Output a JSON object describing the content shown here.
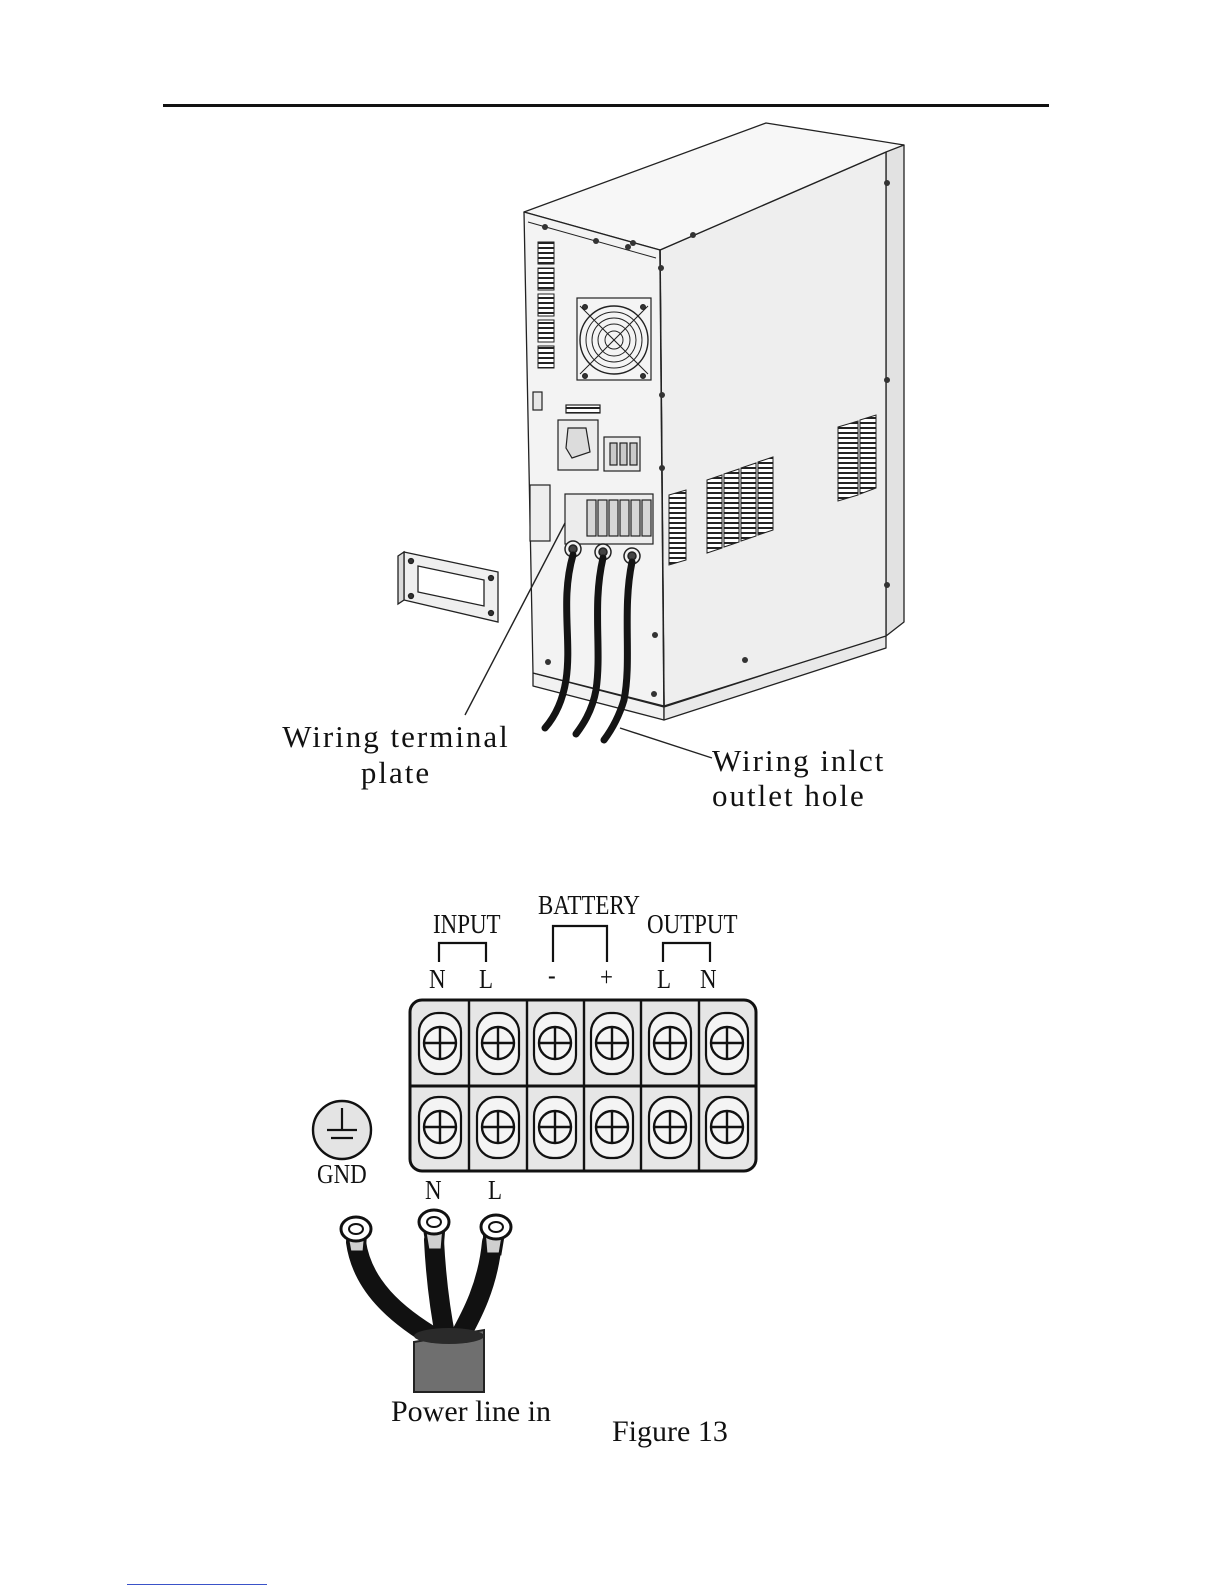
{
  "unit_labels": {
    "terminal_plate": [
      "Wiring terminal",
      "plate"
    ],
    "inlet_hole": [
      "Wiring inlct",
      "outlet hole"
    ]
  },
  "terminal_block": {
    "groups": [
      {
        "name": "INPUT",
        "poles": [
          "N",
          "L"
        ]
      },
      {
        "name": "BATTERY",
        "poles": [
          "-",
          "+"
        ]
      },
      {
        "name": "OUTPUT",
        "poles": [
          "L",
          "N"
        ]
      }
    ],
    "ground_label": "GND",
    "cable_poles": [
      "N",
      "L"
    ],
    "cable_label": "Power line in"
  },
  "caption": "Figure 13"
}
